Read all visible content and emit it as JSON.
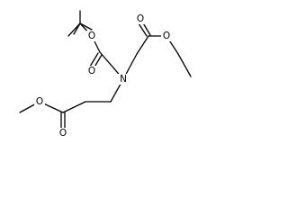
{
  "molecule": {
    "atom_labels": {
      "boc_ester_oxygen": "O",
      "boc_carbonyl_oxygen": "O",
      "nitrogen": "N",
      "ethyl_carbonyl_oxygen": "O",
      "ethyl_ester_oxygen": "O",
      "methyl_ester_oxygen": "O",
      "methyl_carbonyl_oxygen": "O"
    }
  }
}
